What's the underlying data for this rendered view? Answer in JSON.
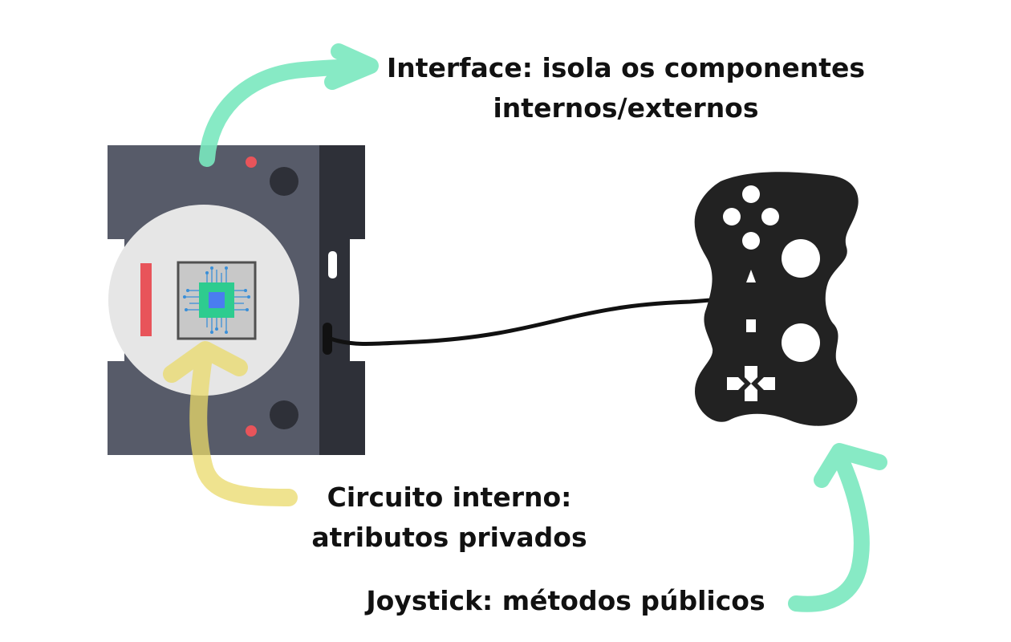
{
  "labels": {
    "interface": {
      "line1": "Interface: isola os componentes",
      "line2": "internos/externos"
    },
    "circuit": {
      "line1": "Circuito interno:",
      "line2": "atributos privados"
    },
    "joystick": {
      "line1": "Joystick: métodos públicos"
    }
  },
  "colors": {
    "device_body": "#575b69",
    "device_side": "#2e3038",
    "inner_circle": "#e6e6e6",
    "red_accent": "#e8545a",
    "chip_green": "#2ecc8f",
    "chip_core": "#4a7df0",
    "controller": "#222222",
    "arrow_mint": "#7ae8bf",
    "arrow_yellow": "#ead96a"
  },
  "icons": [
    "console-device-icon",
    "microchip-icon",
    "gamepad-icon",
    "cable-icon",
    "arrow-icon"
  ]
}
